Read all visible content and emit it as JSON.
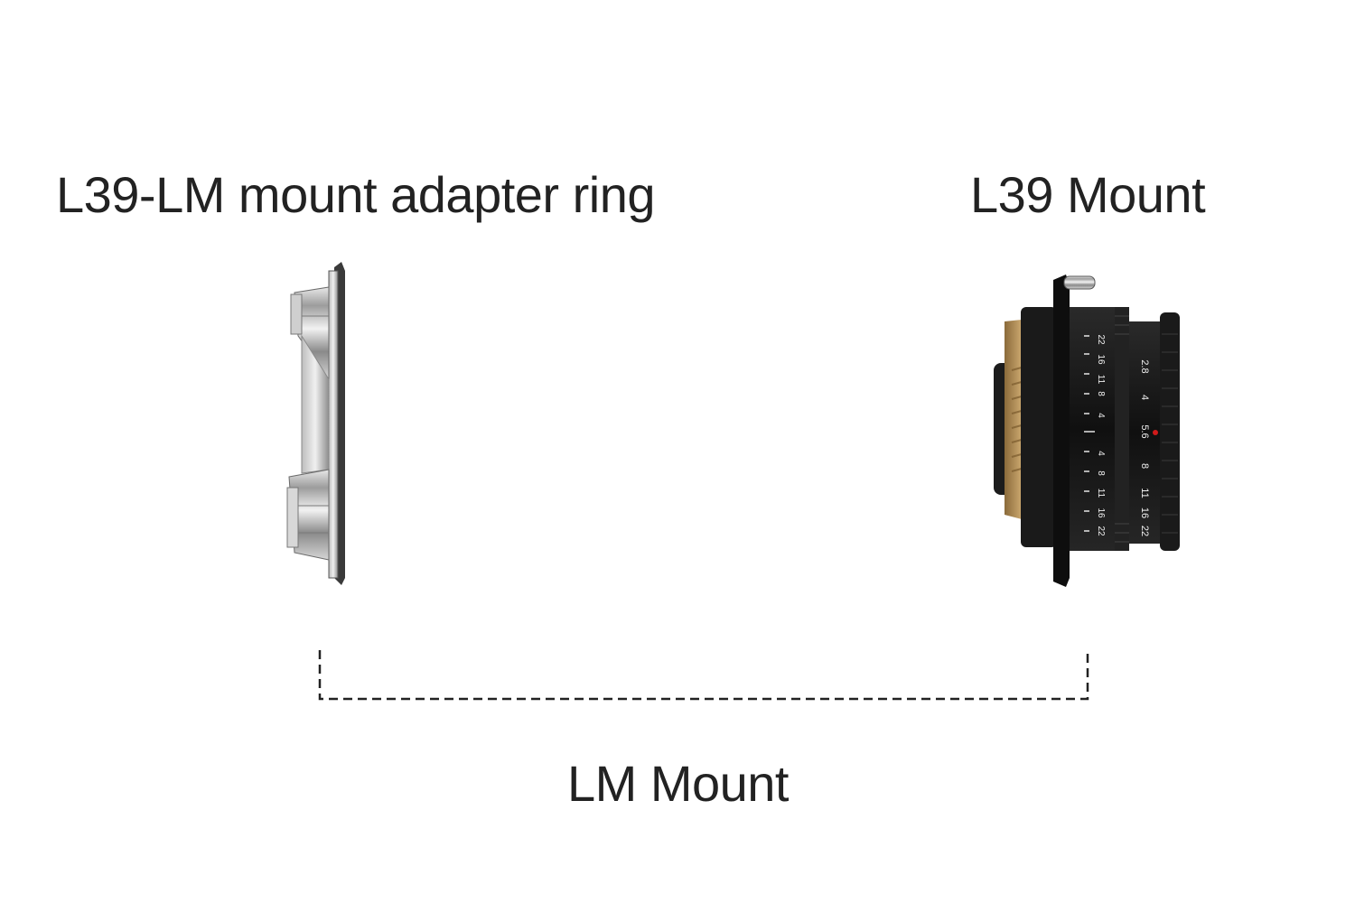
{
  "labels": {
    "adapter_ring": "L39-LM mount adapter ring",
    "l39_mount": "L39 Mount",
    "lm_mount": "LM Mount"
  },
  "lens": {
    "distance_scale": [
      "22",
      "16",
      "11",
      "8",
      "4",
      "4",
      "8",
      "11",
      "16",
      "22"
    ],
    "aperture_scale": [
      "2.8",
      "4",
      "5.6",
      "8",
      "11",
      "16",
      "22"
    ]
  },
  "colors": {
    "text": "#222222",
    "dashed_bracket": "#222222",
    "lens_body": "#141414",
    "brass_thread": "#c9a46a",
    "index_dot": "#d01a1a",
    "adapter_metal": "#b9b9b9"
  },
  "icons": {
    "adapter": "adapter-ring-illustration",
    "lens": "l39-lens-illustration"
  }
}
